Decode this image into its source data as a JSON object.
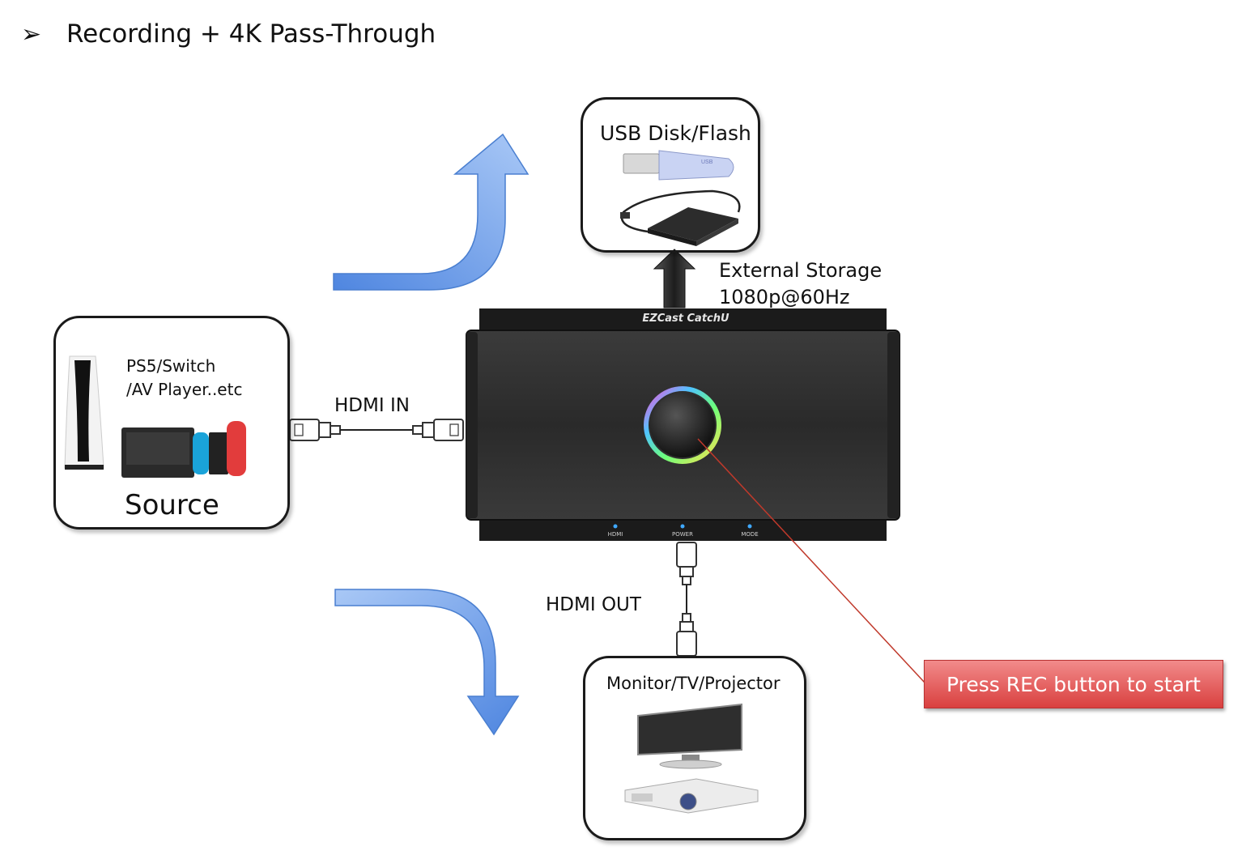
{
  "heading": {
    "bullet": "➢",
    "text": "Recording + 4K Pass-Through"
  },
  "source_box": {
    "device_text_line1": "PS5/Switch",
    "device_text_line2": "/AV Player..etc",
    "title": "Source"
  },
  "storage_box": {
    "title": "USB Disk/Flash",
    "usb_stick_text": "USB"
  },
  "display_box": {
    "title": "Monitor/TV/Projector"
  },
  "labels": {
    "hdmi_in": "HDMI IN",
    "hdmi_out": "HDMI OUT",
    "external_storage_line1": "External Storage",
    "external_storage_line2": "1080p@60Hz"
  },
  "device": {
    "brand": "EZCast CatchU",
    "leds": [
      "HDMI",
      "POWER",
      "MODE"
    ]
  },
  "callout": {
    "text": "Press REC button to start"
  },
  "colors": {
    "arrow_blue": "#5b8fe0",
    "callout_red": "#e35a5a",
    "device_dark": "#2f2f2f"
  }
}
